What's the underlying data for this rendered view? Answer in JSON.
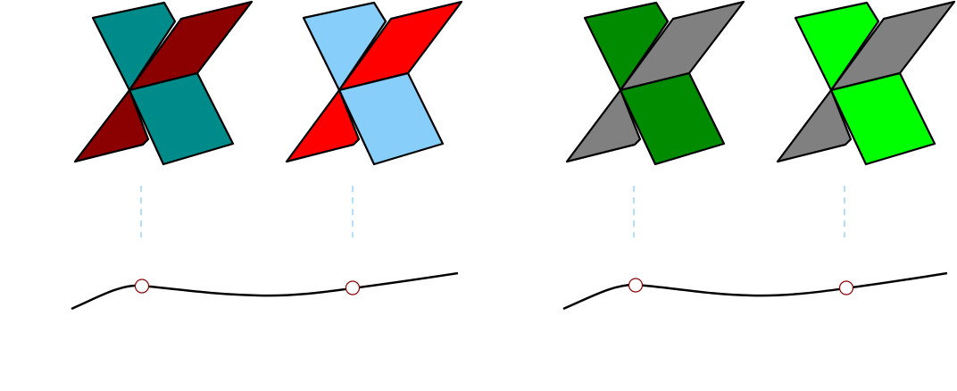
{
  "figure": {
    "panels": [
      {
        "id": "left",
        "crossings": [
          {
            "id": "crossing-1",
            "colors": {
              "a": "#008b8b",
              "b": "#8b0000"
            }
          },
          {
            "id": "crossing-2",
            "colors": {
              "a": "#87cefa",
              "b": "#ff0000"
            }
          }
        ]
      },
      {
        "id": "right",
        "crossings": [
          {
            "id": "crossing-3",
            "colors": {
              "a": "#008b00",
              "b": "#808080"
            }
          },
          {
            "id": "crossing-4",
            "colors": {
              "a": "#00ff00",
              "b": "#808080"
            }
          }
        ]
      }
    ],
    "colors": {
      "guide_line": "#87cefa",
      "curve": "#000000",
      "marker_stroke": "#8b0000",
      "marker_fill": "#ffffff"
    }
  }
}
